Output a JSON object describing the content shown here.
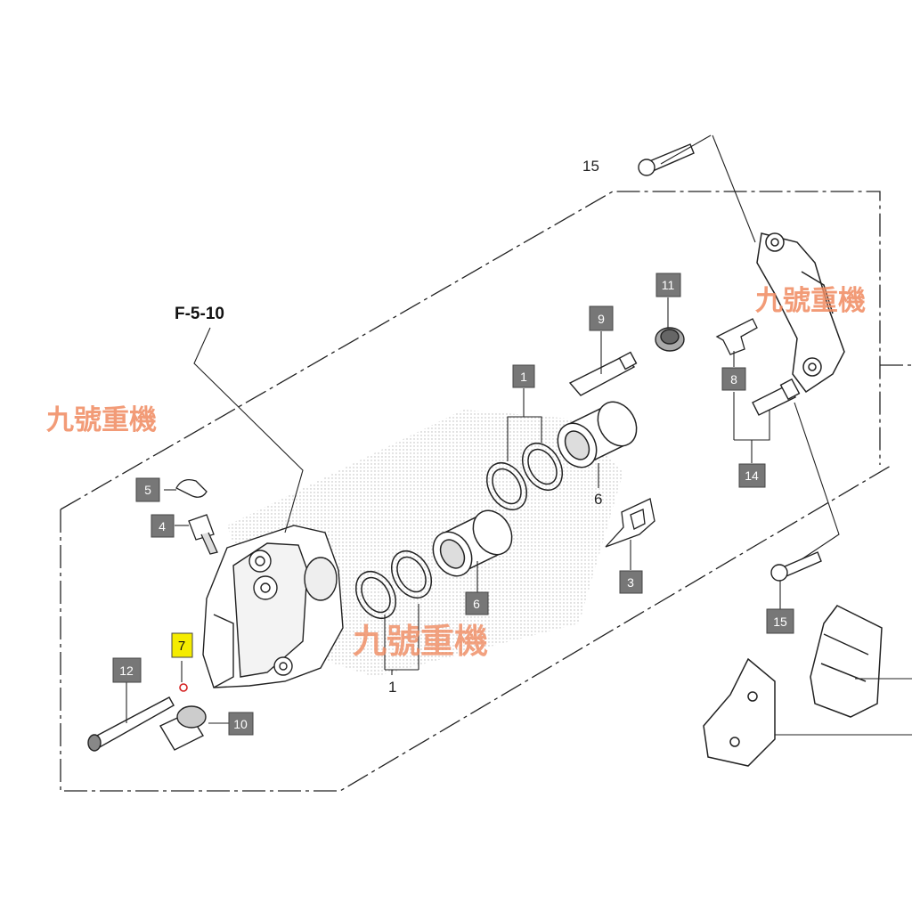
{
  "diagram": {
    "reference": "F-5-10",
    "watermark": "九號重機",
    "highlight_color": "#f5ec00",
    "watermark_color": "#f08a60",
    "callouts_boxed": [
      {
        "id": "c1a",
        "text": "1"
      },
      {
        "id": "c3",
        "text": "3"
      },
      {
        "id": "c4",
        "text": "4"
      },
      {
        "id": "c5",
        "text": "5"
      },
      {
        "id": "c6b",
        "text": "6"
      },
      {
        "id": "c7",
        "text": "7"
      },
      {
        "id": "c8",
        "text": "8"
      },
      {
        "id": "c9",
        "text": "9"
      },
      {
        "id": "c10",
        "text": "10"
      },
      {
        "id": "c11",
        "text": "11"
      },
      {
        "id": "c12",
        "text": "12"
      },
      {
        "id": "c14",
        "text": "14"
      },
      {
        "id": "c15b",
        "text": "15"
      }
    ],
    "callouts_plain": [
      {
        "id": "c15a",
        "text": "15"
      },
      {
        "id": "c6a",
        "text": "6"
      },
      {
        "id": "c1b",
        "text": "1"
      }
    ]
  }
}
